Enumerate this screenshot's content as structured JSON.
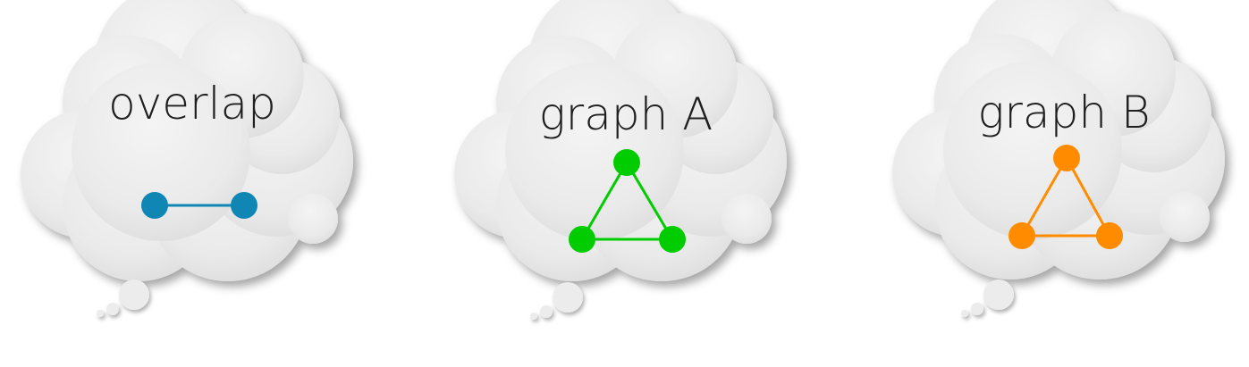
{
  "clouds": [
    {
      "label": "overlap",
      "color": "#0f86b4",
      "graph": "edge",
      "nodes": 2,
      "edges": 1
    },
    {
      "label": "graph A",
      "color": "#00cc00",
      "graph": "triangle",
      "nodes": 3,
      "edges": 3
    },
    {
      "label": "graph B",
      "color": "#ff8c00",
      "graph": "triangle",
      "nodes": 3,
      "edges": 3
    }
  ]
}
